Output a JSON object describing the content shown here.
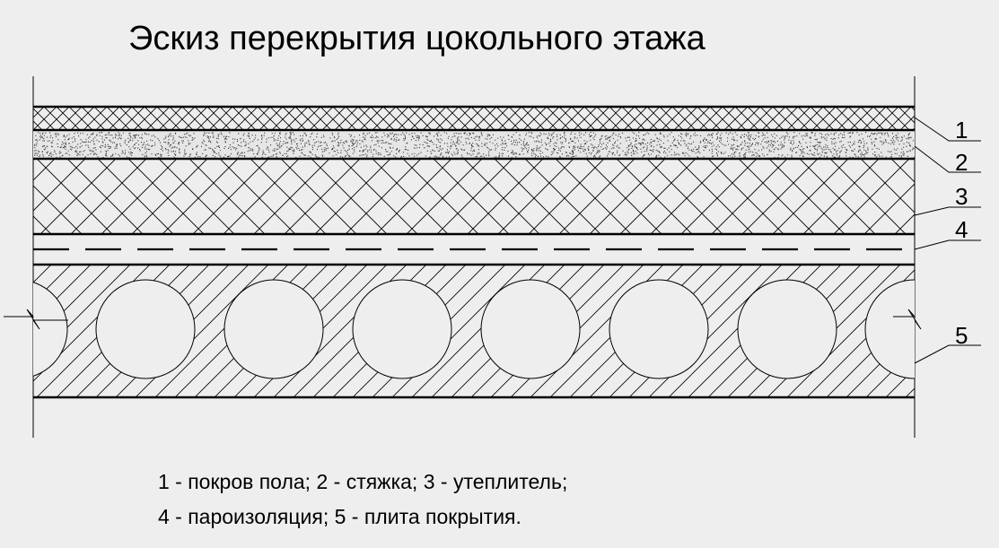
{
  "diagram": {
    "title": "Эскиз перекрытия цокольного этажа",
    "layers": [
      {
        "number": "1",
        "name": "покров пола"
      },
      {
        "number": "2",
        "name": "стяжка"
      },
      {
        "number": "3",
        "name": "утеплитель"
      },
      {
        "number": "4",
        "name": "пароизоляция"
      },
      {
        "number": "5",
        "name": "плита покрытия"
      }
    ],
    "legend": {
      "line1": "1 - покров пола; 2 - стяжка; 3 - утеплитель;",
      "line2": "4 - пароизоляция; 5 - плита покрытия."
    }
  },
  "colors": {
    "background": "#eeeeee",
    "lines": "#000000"
  }
}
